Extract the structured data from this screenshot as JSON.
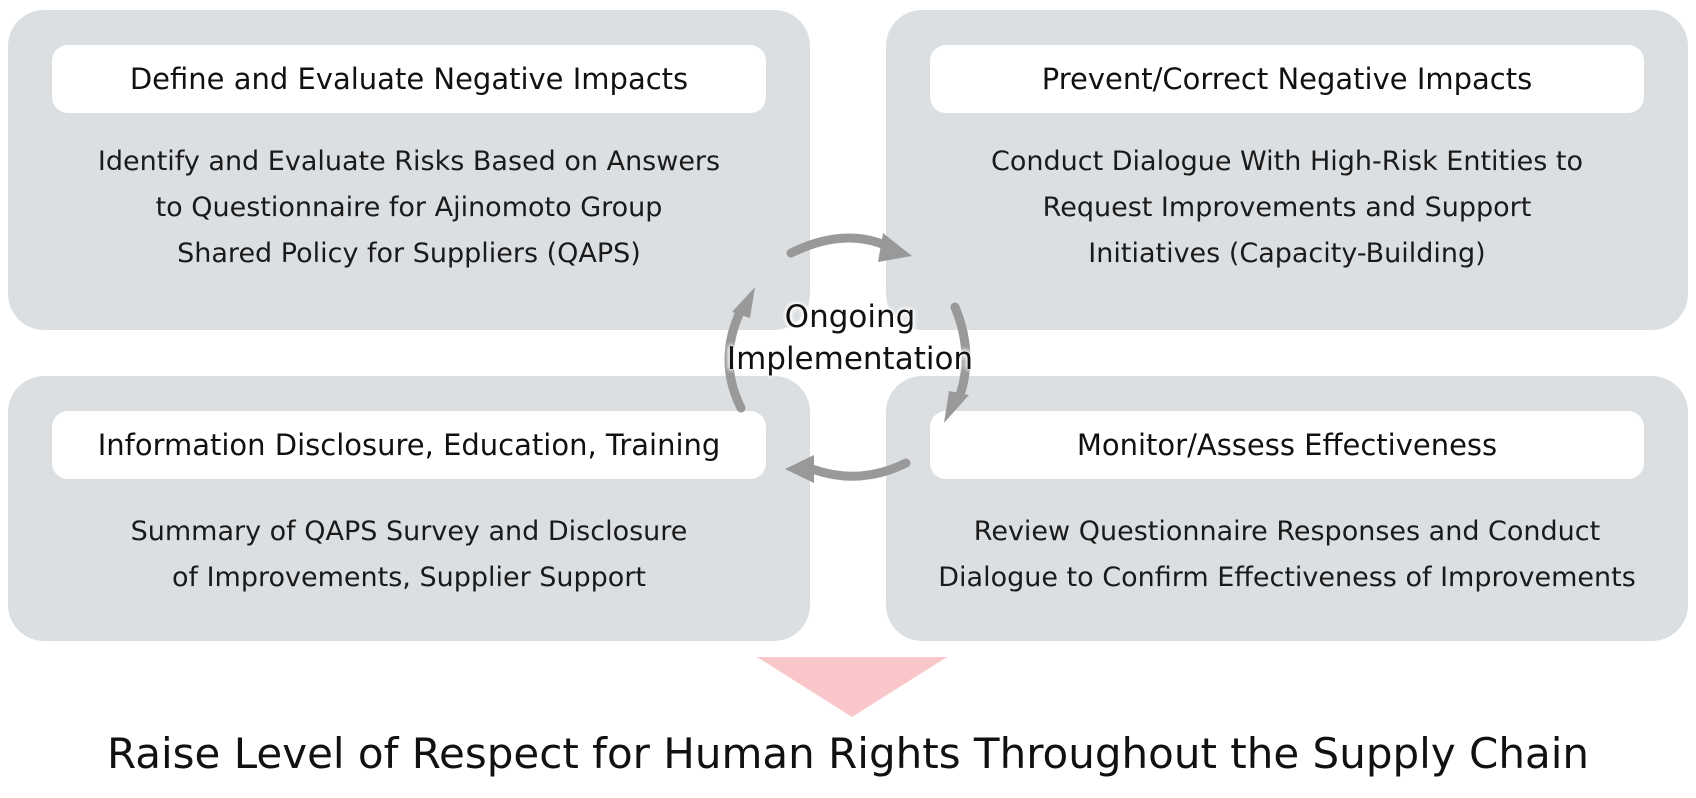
{
  "center_label": [
    "Ongoing",
    "Implementation"
  ],
  "panels": {
    "top_left": {
      "title": "Define and Evaluate Negative Impacts",
      "lines": [
        "Identify and Evaluate Risks Based on Answers",
        "to Questionnaire for Ajinomoto Group",
        "Shared Policy for Suppliers (QAPS)"
      ]
    },
    "top_right": {
      "title": "Prevent/Correct Negative Impacts",
      "lines": [
        "Conduct Dialogue With High-Risk Entities to",
        "Request Improvements and Support",
        "Initiatives (Capacity-Building)"
      ]
    },
    "bottom_left": {
      "title": "Information Disclosure, Education, Training",
      "lines": [
        "Summary of QAPS Survey and Disclosure",
        "of Improvements, Supplier Support"
      ]
    },
    "bottom_right": {
      "title": "Monitor/Assess Effectiveness",
      "lines": [
        "Review Questionnaire Responses and Conduct",
        "Dialogue to Confirm Effectiveness of Improvements"
      ]
    }
  },
  "outcome": "Raise Level of Respect for Human Rights Throughout the Supply Chain",
  "colors": {
    "panel_bg": "#dcdfe2",
    "arrow": "#999999",
    "down_arrow": "#f9c6ca"
  }
}
